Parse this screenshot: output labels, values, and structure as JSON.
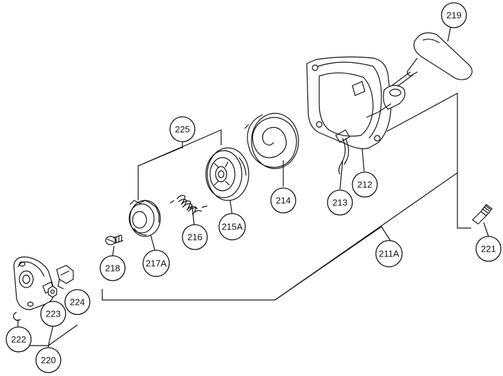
{
  "diagram": {
    "callouts": [
      {
        "id": "c219",
        "label": "219"
      },
      {
        "id": "c212",
        "label": "212"
      },
      {
        "id": "c213",
        "label": "213"
      },
      {
        "id": "c214",
        "label": "214"
      },
      {
        "id": "c225",
        "label": "225"
      },
      {
        "id": "c215A",
        "label": "215A"
      },
      {
        "id": "c216",
        "label": "216"
      },
      {
        "id": "c217A",
        "label": "217A"
      },
      {
        "id": "c218",
        "label": "218"
      },
      {
        "id": "c211A",
        "label": "211A"
      },
      {
        "id": "c221",
        "label": "221"
      },
      {
        "id": "c222",
        "label": "222"
      },
      {
        "id": "c223",
        "label": "223"
      },
      {
        "id": "c224",
        "label": "224"
      },
      {
        "id": "c220",
        "label": "220"
      }
    ]
  }
}
